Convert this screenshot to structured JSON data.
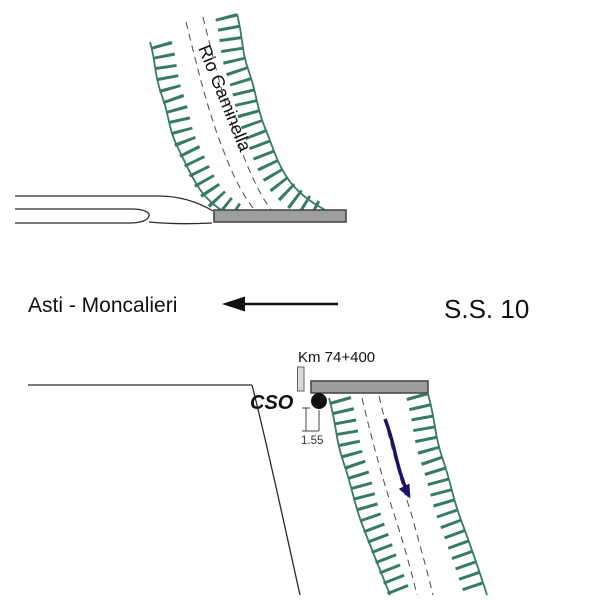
{
  "upper_plan": {
    "river_label": "Rio Gaminella"
  },
  "road_band": {
    "direction_label": "Asti - Moncalieri",
    "road_label": "S.S. 10"
  },
  "lower_plan": {
    "km_label": "Km 74+400",
    "outfall_label": "CSO",
    "offset_dimension": "1.55"
  },
  "colors": {
    "river_hatch": "#377A68",
    "bridge_bar_fill": "#9D9D9D",
    "bridge_bar_stroke": "#4A4A4A",
    "flow_arrow": "#1B1464",
    "outline": "#2A2A2A",
    "centerline_dash": "#4A4A4A",
    "background": "#FFFFFF"
  }
}
